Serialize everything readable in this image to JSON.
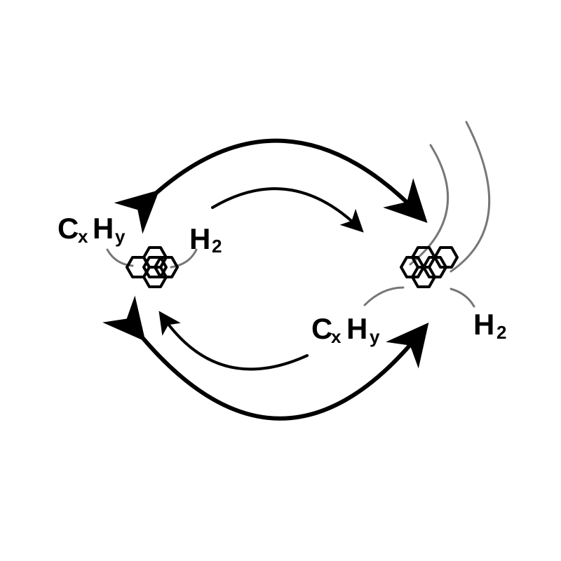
{
  "colors": {
    "arrow": "#000000",
    "bond": "#777777",
    "molecule": "#000000"
  },
  "labels": {
    "left_hydrocarbon": {
      "main": "C",
      "sub1": "x",
      "main2": "H",
      "sub2": "y"
    },
    "left_hydrogen": {
      "main": "H",
      "sub": "2"
    },
    "right_hydrocarbon": {
      "main": "C",
      "sub1": "x",
      "main2": "H",
      "sub2": "y"
    },
    "right_hydrogen": {
      "main": "H",
      "sub": "2"
    }
  },
  "icons": {
    "left_molecule": "polyaromatic-ring-icon",
    "right_molecule": "polyaromatic-ring-icon"
  }
}
